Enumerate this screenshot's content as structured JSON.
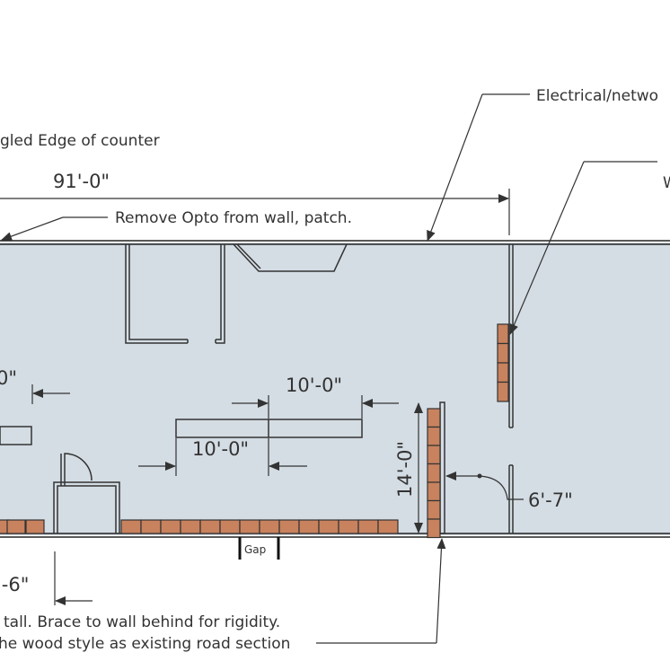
{
  "colors": {
    "floor": "#d4dde4",
    "wall": "#222222",
    "crate": "#c8825e",
    "line": "#333333",
    "background": "#ffffff"
  },
  "annotations": {
    "electrical": "Electrical/netwo",
    "w_note": "W",
    "angled_edge": "gled Edge of counter",
    "remove_opto": "Remove Opto from wall, patch.",
    "brace_note": "tall. Brace to wall behind for rigidity.",
    "wood_style": "he wood style as existing road section",
    "gap": "Gap"
  },
  "dimensions": {
    "overall": "91'-0\"",
    "left_partial": "0\"",
    "upper_table": "10'-0\"",
    "lower_table": "10'-0\"",
    "vertical": "14'-0\"",
    "right_offset": "6'-7\"",
    "bottom_left": "'-6\""
  }
}
